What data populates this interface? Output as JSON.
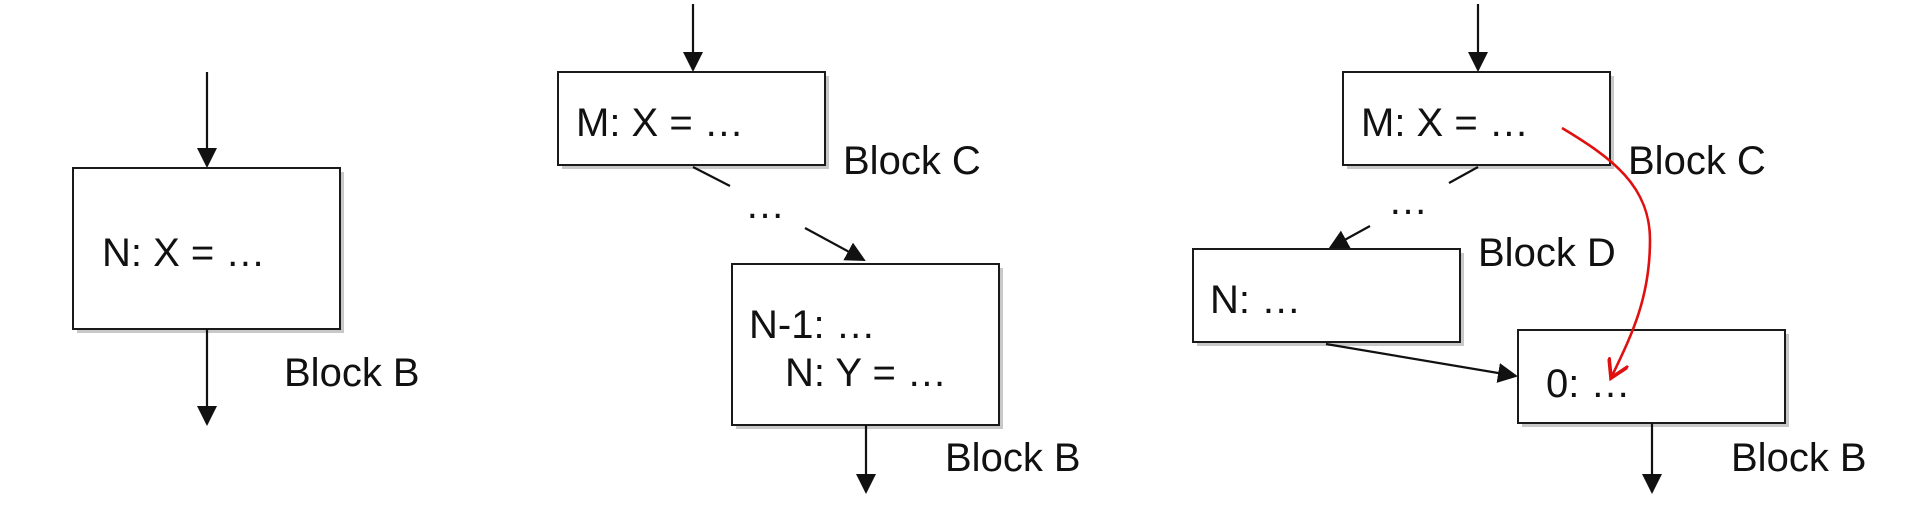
{
  "diagrams": [
    {
      "block_label": "Block B",
      "box_text": "N: X = …"
    },
    {
      "top_block_label": "Block C",
      "top_box_text": "M: X = …",
      "ellipsis": "…",
      "bottom_block_label": "Block B",
      "bottom_box_line1": "N-1: …",
      "bottom_box_line2": "N: Y = …"
    },
    {
      "top_block_label": "Block C",
      "top_box_text": "M: X = …",
      "ellipsis": "…",
      "mid_block_label": "Block D",
      "mid_box_text": "N: …",
      "bottom_block_label": "Block B",
      "bottom_box_text": "0: …"
    }
  ],
  "colors": {
    "edge": "#111111",
    "highlight_edge": "#e01010"
  }
}
